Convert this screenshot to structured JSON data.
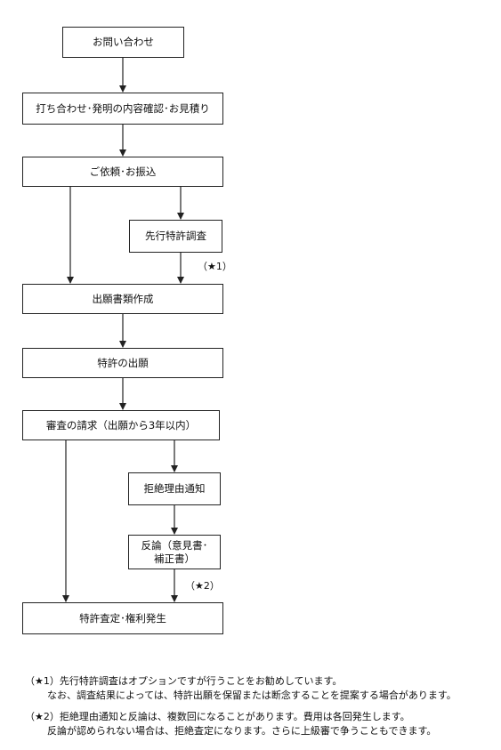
{
  "flow": {
    "inquiry": "お問い合わせ",
    "meeting": "打ち合わせ･発明の内容確認･お見積り",
    "request": "ご依頼･お振込",
    "search": "先行特許調査",
    "drafting": "出願書類作成",
    "filing": "特許の出願",
    "exam_request": "審査の請求（出願から3年以内）",
    "rejection": "拒絶理由通知",
    "response": "反論（意見書･\n補正書）",
    "grant": "特許査定･権利発生",
    "mark1": "（★1）",
    "mark2": "（★2）"
  },
  "notes": {
    "n1_line1": "（★1）先行特許調査はオプションですが行うことをお勧めしています。",
    "n1_line2": "なお、調査結果によっては、特許出願を保留または断念することを提案する場合があります。",
    "n2_line1": "（★2）拒絶理由通知と反論は、複数回になることがあります。費用は各回発生します。",
    "n2_line2": "反論が認められない場合は、拒絶査定になります。さらに上級審で争うこともできます。"
  }
}
